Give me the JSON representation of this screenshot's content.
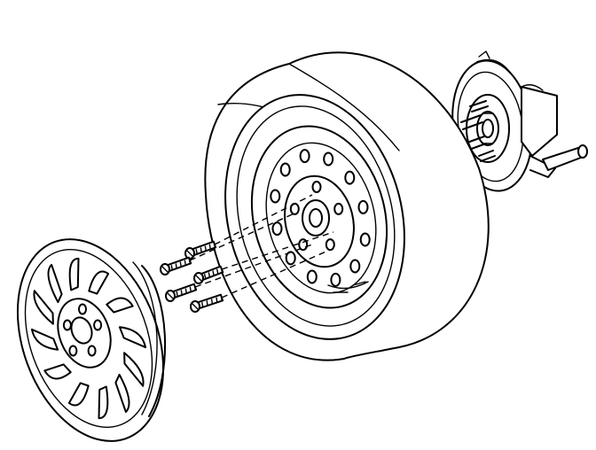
{
  "diagram": {
    "kind": "exploded-view",
    "parts": [
      "brake-hub",
      "tire",
      "wheel-rim",
      "lug-bolts",
      "wheel-cover"
    ],
    "lug_bolt_count": 5,
    "rim_hole_count": 12,
    "wheel_cover_slot_count": 12,
    "colors": {
      "line": "#000000",
      "background": "#ffffff"
    }
  }
}
